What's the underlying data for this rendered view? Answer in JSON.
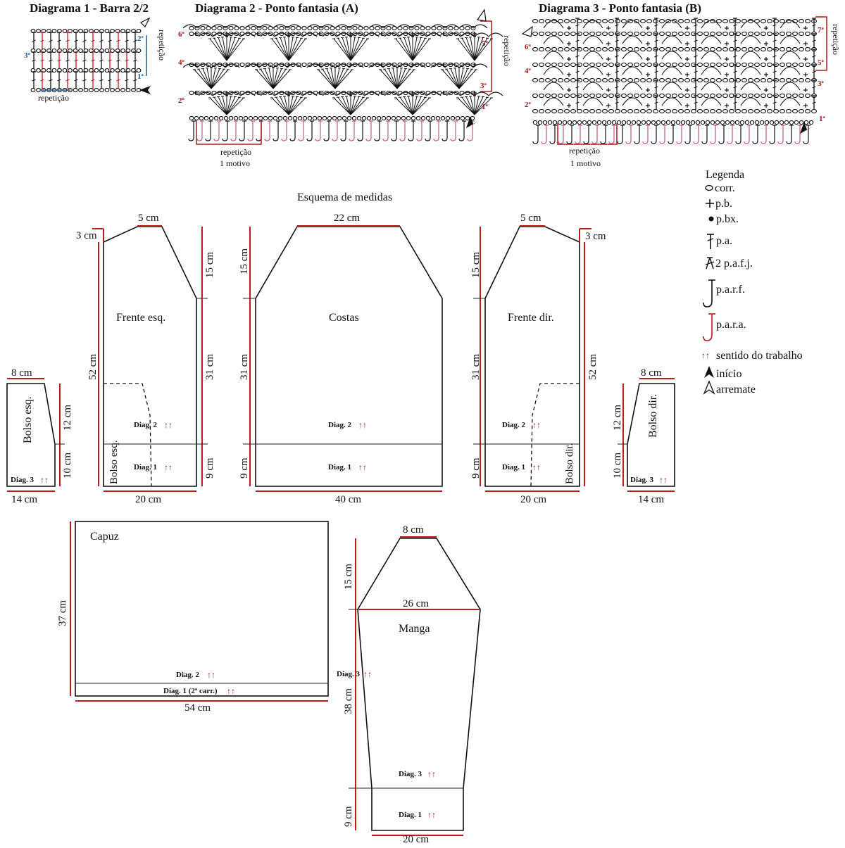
{
  "diagrams": {
    "d1": {
      "title": "Diagrama 1 - Barra 2/2",
      "repeat": "repetição",
      "row1": "1ª",
      "row2": "2ª",
      "row3": "3ª"
    },
    "d2": {
      "title": "Diagrama 2 - Ponto fantasia (A)",
      "repeat": "repetição",
      "motif": "1 motivo",
      "rows": {
        "r1": "1ª",
        "r2": "2ª",
        "r3": "3ª",
        "r4": "4ª",
        "r5": "5ª",
        "r6": "6ª"
      }
    },
    "d3": {
      "title": "Diagrama 3 - Ponto fantasia (B)",
      "repeat": "repetição",
      "motif": "1 motivo",
      "rows": {
        "r1": "1ª",
        "r2": "2ª",
        "r3": "3ª",
        "r4": "4ª",
        "r5": "5ª",
        "r6": "6ª",
        "r7": "7ª"
      }
    }
  },
  "legend": {
    "title": "Legenda",
    "items": {
      "corr": "corr.",
      "pb": "p.b.",
      "pbx": "p.bx.",
      "pa": "p.a.",
      "pafj": "2 p.a.f.j.",
      "parf": "p.a.r.f.",
      "para": "p.a.r.a.",
      "sentido": "sentido do trabalho",
      "inicio": "início",
      "arremate": "arremate"
    }
  },
  "scheme": {
    "title": "Esquema de medidas",
    "pieces": {
      "frente_esq": {
        "name": "Frente esq.",
        "top": "5 cm",
        "shoulder": "3 cm",
        "armhole": "15 cm",
        "height": "52 cm",
        "body": "31 cm",
        "rib": "9 cm",
        "width": "20 cm",
        "diag2": "Diag. 2",
        "diag1": "Diag. 1",
        "pocket": "Bolso esq."
      },
      "costas": {
        "name": "Costas",
        "top": "22 cm",
        "armhole": "15 cm",
        "body": "31 cm",
        "rib": "9 cm",
        "width": "40 cm",
        "diag2": "Diag. 2",
        "diag1": "Diag. 1"
      },
      "frente_dir": {
        "name": "Frente dir.",
        "top": "5 cm",
        "shoulder": "3 cm",
        "armhole": "15 cm",
        "height": "52 cm",
        "body": "31 cm",
        "rib": "9 cm",
        "width": "20 cm",
        "diag2": "Diag. 2",
        "diag1": "Diag. 1",
        "pocket": "Bolso dir."
      },
      "bolso_esq": {
        "name": "Bolso esq.",
        "top": "8 cm",
        "upper": "12 cm",
        "lower": "10 cm",
        "width": "14 cm",
        "diag3": "Diag. 3"
      },
      "bolso_dir": {
        "name": "Bolso dir.",
        "top": "8 cm",
        "upper": "12 cm",
        "lower": "10 cm",
        "width": "14 cm",
        "diag3": "Diag. 3"
      },
      "capuz": {
        "name": "Capuz",
        "height": "37 cm",
        "width": "54 cm",
        "diag2": "Diag. 2",
        "diag1": "Diag. 1 (2ª carr.)"
      },
      "manga": {
        "name": "Manga",
        "top": "8 cm",
        "cap": "15 cm",
        "mid": "26 cm",
        "body": "38 cm",
        "rib": "9 cm",
        "bottom": "20 cm",
        "diag3a": "Diag. 3",
        "diag3b": "Diag. 3",
        "diag1": "Diag. 1"
      }
    }
  },
  "arrow_glyph": "↑↑",
  "colors": {
    "red": "#c11a1a",
    "blue": "#1a5fa8",
    "pink": "#d0528a",
    "ink": "#111111"
  }
}
